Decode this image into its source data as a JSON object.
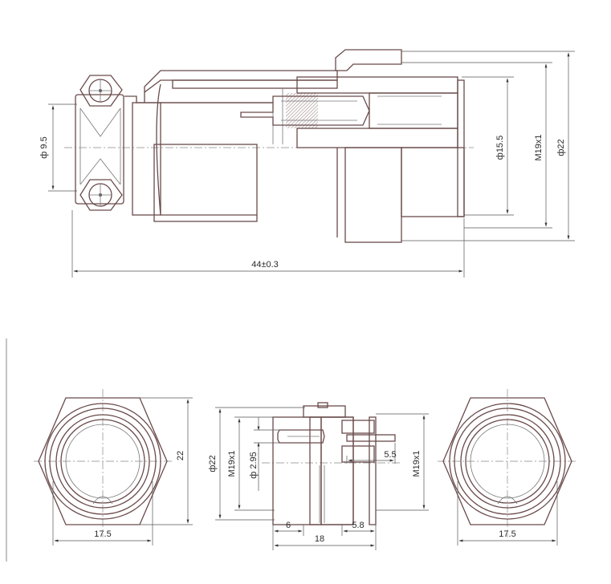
{
  "dimensions": {
    "main": {
      "dia_9_5": "ф 9.5",
      "dia_15_5": "ф15.5",
      "thread": "M19x1",
      "dia_22": "ф22",
      "length": "44±0.3"
    },
    "left_view": {
      "height": "22",
      "width": "17.5"
    },
    "middle_view": {
      "dia_22": "ф22",
      "thread_left": "M19x1",
      "dia_2_95": "ф 2.95",
      "pin_5_5": "5.5",
      "thread_right": "M19x1",
      "len_6": "6",
      "len_18": "18",
      "len_5_8": "5.8"
    },
    "right_view": {
      "width": "17.5"
    }
  },
  "colors": {
    "outline": "#6a4a4a",
    "hatch_dense": "#6a4a4a",
    "dimension": "#2b2b2b"
  }
}
